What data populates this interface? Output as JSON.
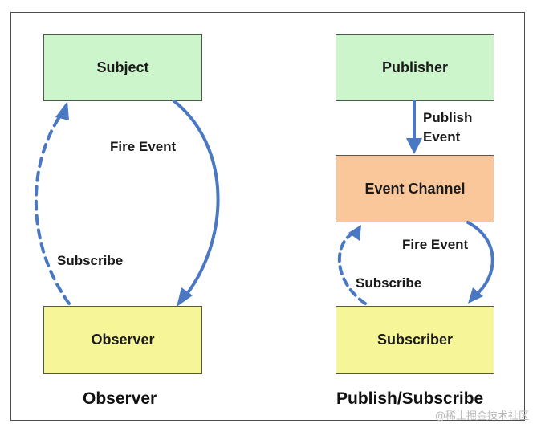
{
  "observer": {
    "subject": "Subject",
    "observer_box": "Observer",
    "fire_event": "Fire Event",
    "subscribe": "Subscribe",
    "caption": "Observer"
  },
  "pubsub": {
    "publisher": "Publisher",
    "publish_event_line1": "Publish",
    "publish_event_line2": "Event",
    "event_channel": "Event Channel",
    "fire_event": "Fire Event",
    "subscribe": "Subscribe",
    "subscriber": "Subscriber",
    "caption": "Publish/Subscribe"
  },
  "watermark": "@稀土掘金技术社区",
  "colors": {
    "green_box": "#ccf5cc",
    "orange_box": "#f9c79a",
    "yellow_box": "#f6f598",
    "arrow": "#4a78c2"
  }
}
